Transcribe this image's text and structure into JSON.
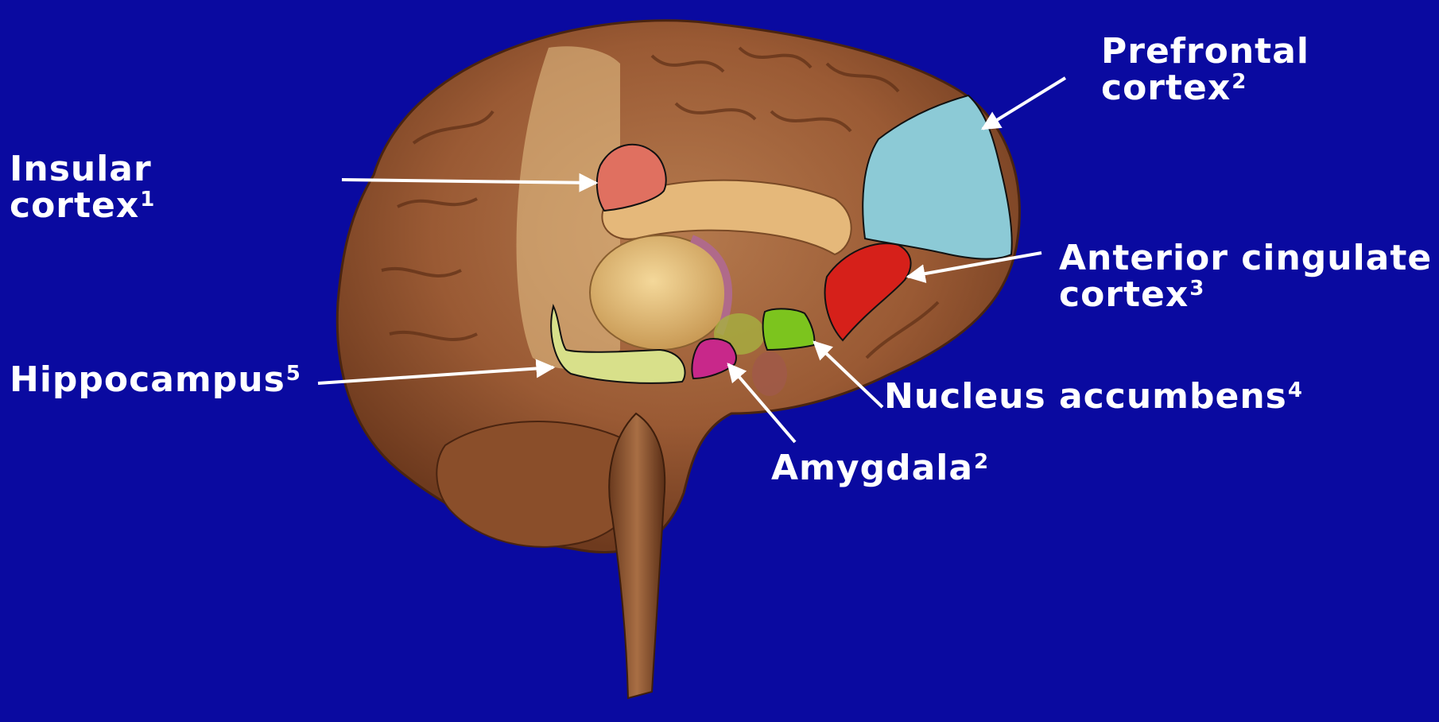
{
  "colors": {
    "background": "#0a0aa0",
    "label_text": "#ffffff",
    "arrow": "#ffffff",
    "insular_cortex": "#e07060",
    "prefrontal_cortex": "#8ccad6",
    "anterior_cingulate_cortex": "#d6201a",
    "nucleus_accumbens": "#7cc41e",
    "amygdala": "#c8288a",
    "hippocampus": "#d8e08a"
  },
  "labels": {
    "insular": {
      "line1": "Insular",
      "line2": "cortex",
      "ref": "1"
    },
    "prefrontal": {
      "line1": "Prefrontal",
      "line2": "cortex",
      "ref": "2"
    },
    "anterior_cingulate": {
      "line1": "Anterior cingulate",
      "line2": "cortex",
      "ref": "3"
    },
    "hippocampus": {
      "line1": "Hippocampus",
      "ref": "5"
    },
    "nucleus_accumbens": {
      "line1": "Nucleus accumbens",
      "ref": "4"
    },
    "amygdala": {
      "line1": "Amygdala",
      "ref": "2"
    }
  }
}
